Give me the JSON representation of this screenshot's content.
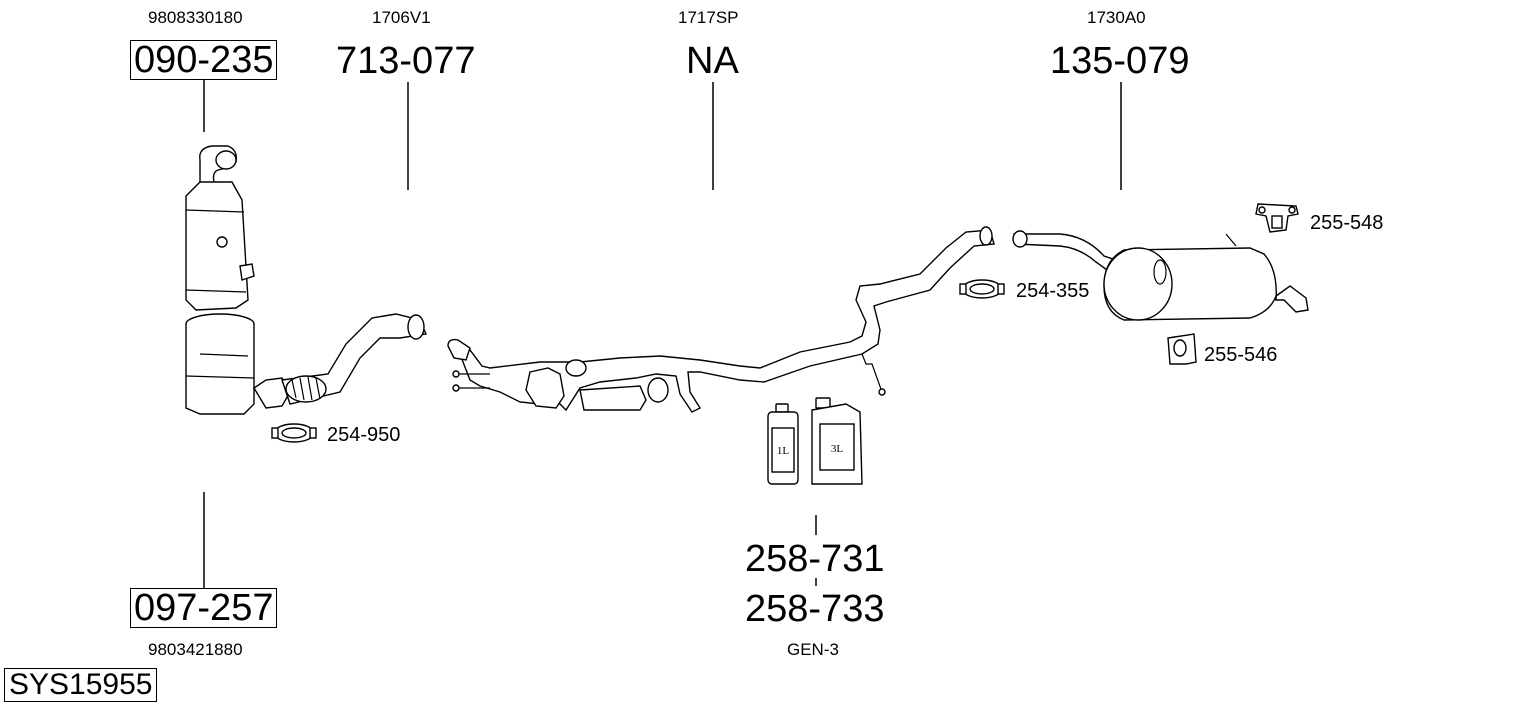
{
  "system_id": "SYS15955",
  "parts": {
    "front_cat_top": {
      "oem": "9808330180",
      "number": "090-235"
    },
    "front_cat_bottom": {
      "oem": "9803421880",
      "number": "097-257"
    },
    "flex_pipe": {
      "oem": "1706V1",
      "number": "713-077"
    },
    "middle_section": {
      "oem": "1717SP",
      "number": "NA"
    },
    "rear_silencer": {
      "oem": "1730A0",
      "number": "135-079"
    },
    "additive": {
      "numbers": [
        "258-731",
        "258-733"
      ],
      "note": "GEN-3"
    }
  },
  "accessories": {
    "clamp_front": "254-950",
    "clamp_rear": "254-355",
    "hanger_top": "255-548",
    "hanger_bottom": "255-546"
  },
  "bottles": {
    "small": "1L",
    "large": "3L"
  }
}
